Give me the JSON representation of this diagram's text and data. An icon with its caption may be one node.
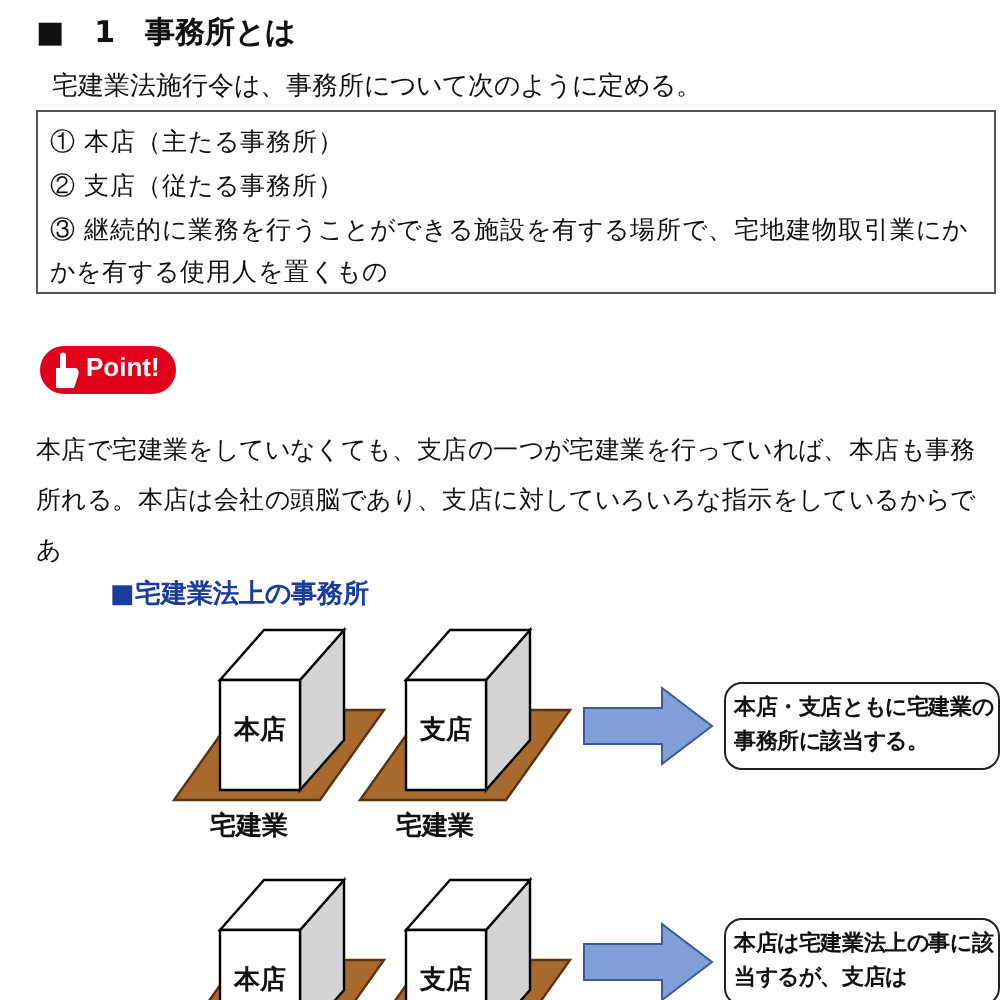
{
  "diagram": {
    "title": "■　1　事務所とは",
    "nodes": [
      {
        "text": [
          "① 本店（主たる事務所）",
          "② 支店（従たる事務所）",
          "③ 継続的に業務を行うことができる施設を有する場所で、宅地建物取引業にかかを有する使用人を置くもの"
        ]
      },
      {
        "text": [
          "本店"
        ],
        "beside": [
          "宅建業"
        ]
      },
      {
        "text": [
          "支店"
        ],
        "beside": [
          "宅建業"
        ]
      },
      {
        "text": [
          "本店・支店ともに宅建業の事務所に該当する。"
        ]
      },
      {
        "text": [
          "本店"
        ]
      },
      {
        "text": [
          "支店"
        ]
      },
      {
        "text": [
          "本店は宅建業法上の事に該当するが、支店は"
        ]
      }
    ],
    "edges": [
      {
        "from": 2,
        "to": 3,
        "arrow": "to"
      },
      {
        "from": 5,
        "to": 6,
        "arrow": "to"
      }
    ],
    "labels": [
      "宅建業法施行令は、事務所について次のように定める。",
      "Point!",
      "本店で宅建業をしていなくても、支店の一つが宅建業を行っていれば、本店も事務所れる。本店は会社の頭脳であり、支店に対していろいろな指示をしているからであ",
      "■宅建業法上の事務所"
    ]
  }
}
